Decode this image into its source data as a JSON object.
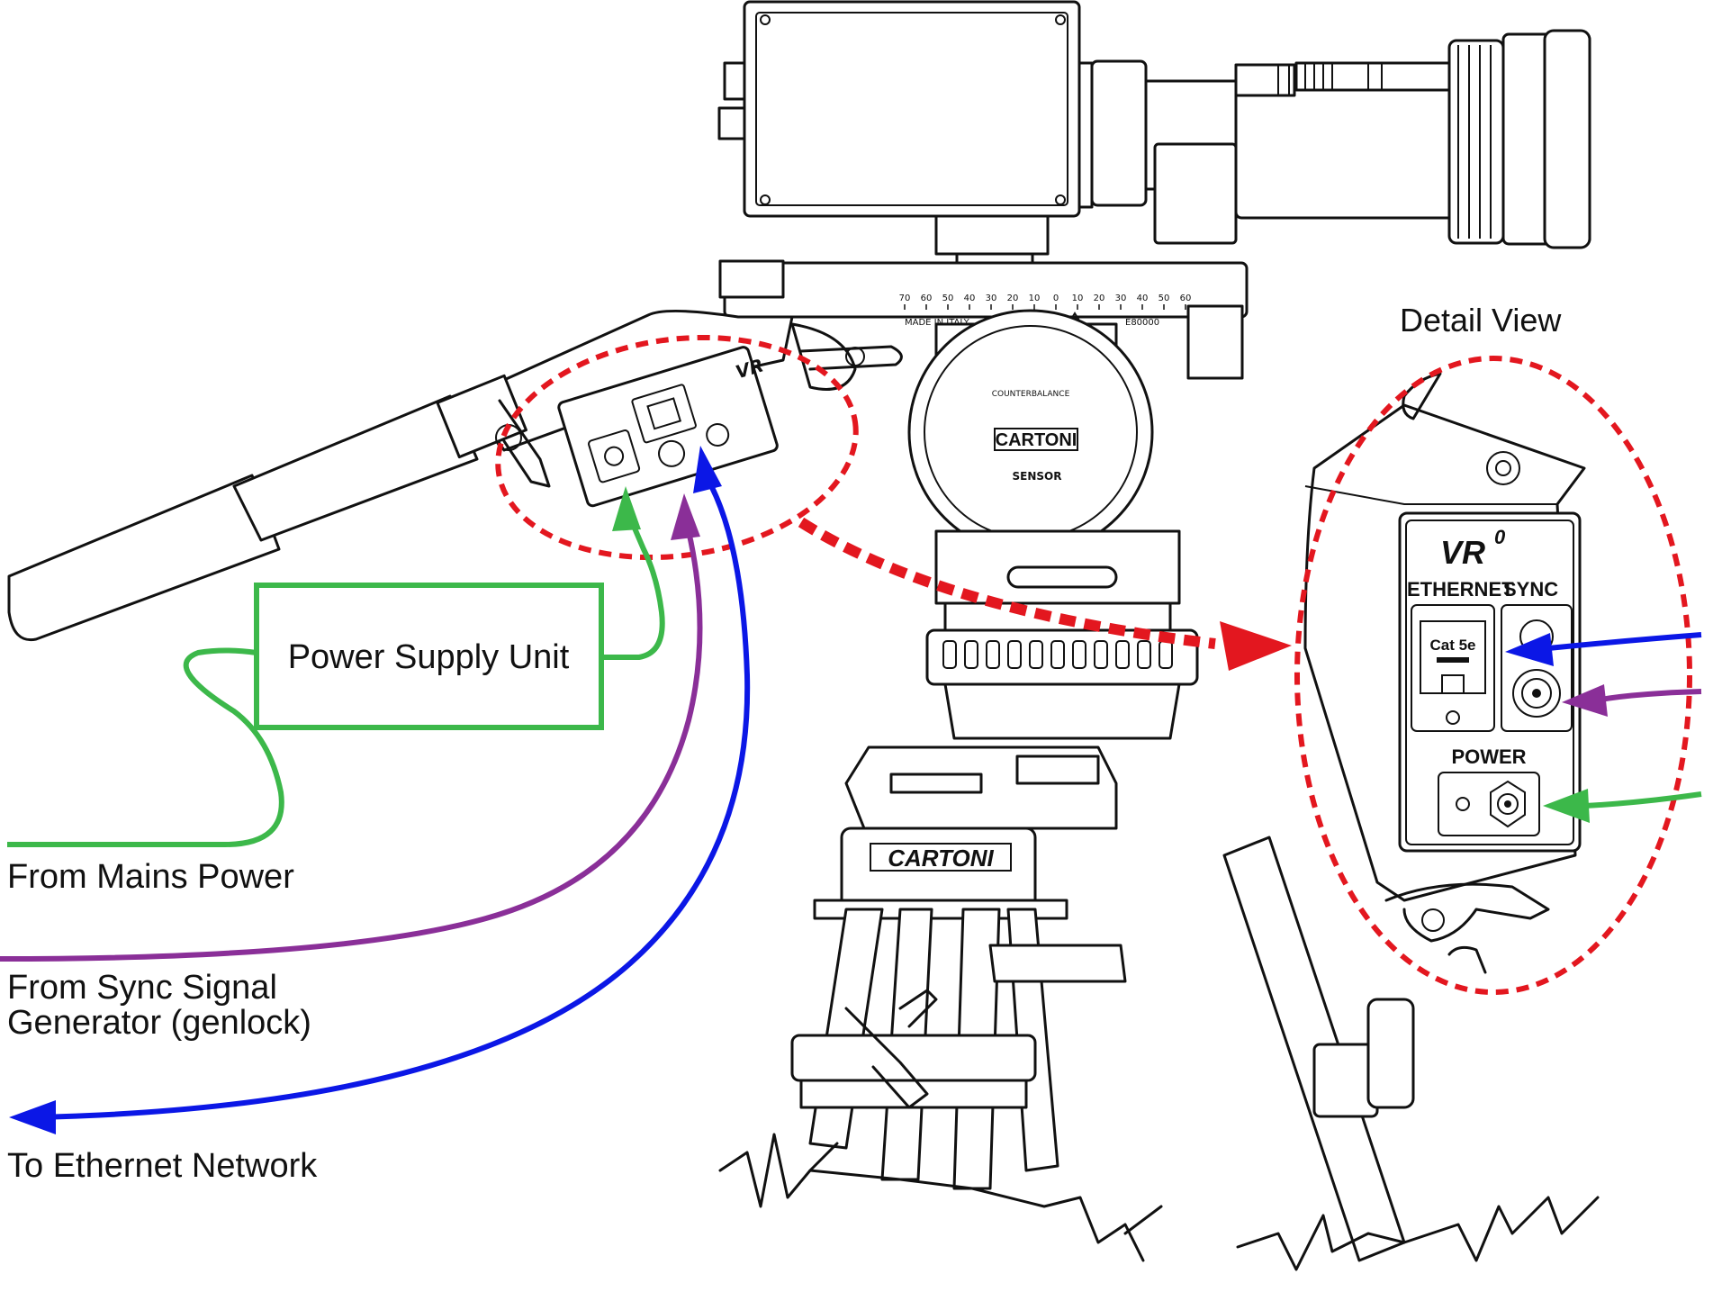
{
  "detail_view": {
    "title": "Detail View"
  },
  "power_supply": {
    "label": "Power Supply Unit"
  },
  "cables": {
    "mains": {
      "label": "From Mains Power",
      "color": "#3cb84a"
    },
    "sync": {
      "label_line1": "From Sync Signal",
      "label_line2": "Generator (genlock)",
      "color": "#8a2f98"
    },
    "ethernet": {
      "label": "To Ethernet Network",
      "color": "#0b17e6"
    }
  },
  "highlight_color": "#e3171f",
  "device": {
    "brand": "VR",
    "brand_sup": "0",
    "ethernet_label": "ETHERNET",
    "sync_label": "SYNC",
    "power_label": "POWER",
    "port_label": "Cat 5e"
  },
  "head": {
    "counterbalance_label": "COUNTERBALANCE",
    "brand": "CARTONI",
    "sensor_label": "SENSOR",
    "made_in": "MADE IN ITALY",
    "model": "E80000",
    "scale_ticks": [
      "70",
      "60",
      "50",
      "40",
      "30",
      "20",
      "10",
      "0",
      "10",
      "20",
      "30",
      "40",
      "50",
      "60"
    ]
  },
  "tripod": {
    "brand": "CARTONI"
  },
  "icons": [
    "camera-body-icon",
    "lens-icon",
    "fluid-head-icon",
    "pan-bar-icon",
    "tripod-icon",
    "rj45-port-icon",
    "bnc-connector-icon",
    "power-socket-icon",
    "arrow-head-icon"
  ]
}
